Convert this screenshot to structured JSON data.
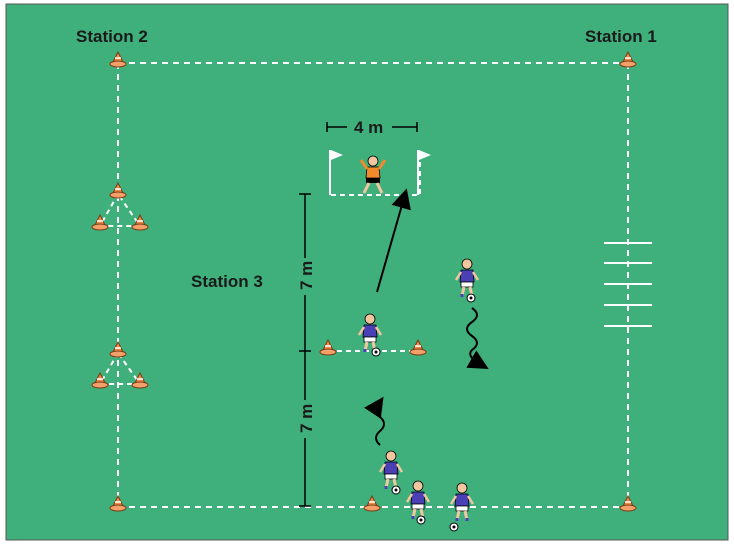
{
  "diagram": {
    "station_labels": {
      "station1": "Station 1",
      "station2": "Station 2",
      "station3": "Station 3"
    },
    "measurements": {
      "goal_width": "4 m",
      "distance_upper": "7 m",
      "distance_lower": "7 m"
    },
    "colors": {
      "field": "#3fb07c",
      "boundary_line": "#ffffff",
      "cone": "#f08a4b",
      "player_shirt": "#4a3fb5",
      "goalkeeper_shirt": "#f08a2a",
      "arrow": "#000000"
    }
  }
}
